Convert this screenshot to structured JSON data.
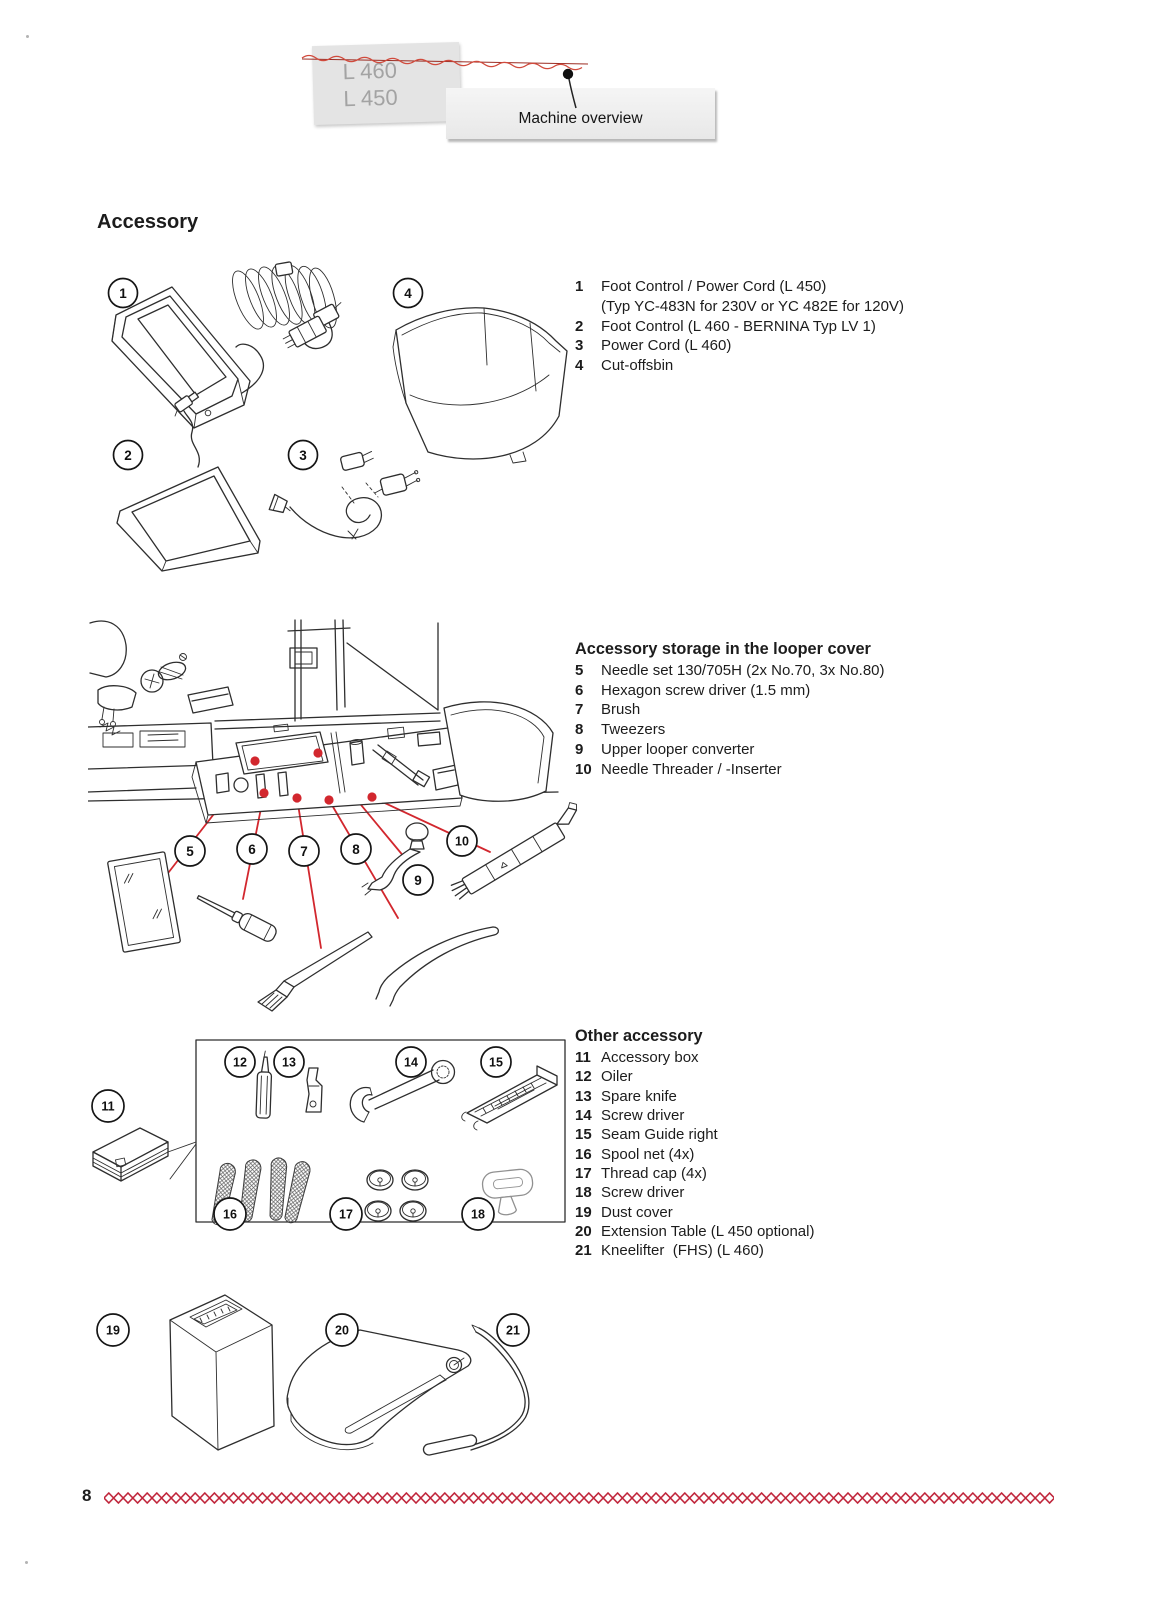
{
  "header": {
    "model_line1": "L 460",
    "model_line2": "L 450",
    "tab_label": "Machine overview"
  },
  "page_title": "Accessory",
  "sections": {
    "accessory": {
      "items": [
        {
          "num": "1",
          "label": "Foot Control / Power Cord (L 450)"
        },
        {
          "num": "",
          "label": "(Typ YC-483N for 230V or YC 482E for 120V)"
        },
        {
          "num": "2",
          "label": "Foot Control (L 460 - BERNINA Typ LV 1)"
        },
        {
          "num": "3",
          "label": "Power Cord (L 460)"
        },
        {
          "num": "4",
          "label": "Cut-offsbin"
        }
      ]
    },
    "looper_storage": {
      "title": "Accessory storage in the looper cover",
      "items": [
        {
          "num": "5",
          "label": "Needle set 130/705H (2x No.70, 3x No.80)"
        },
        {
          "num": "6",
          "label": "Hexagon screw driver (1.5 mm)"
        },
        {
          "num": "7",
          "label": "Brush"
        },
        {
          "num": "8",
          "label": "Tweezers"
        },
        {
          "num": "9",
          "label": "Upper looper converter"
        },
        {
          "num": "10",
          "label": "Needle Threader / -Inserter"
        }
      ]
    },
    "other": {
      "title": "Other accessory",
      "items": [
        {
          "num": "11",
          "label": "Accessory box"
        },
        {
          "num": "12",
          "label": "Oiler"
        },
        {
          "num": "13",
          "label": "Spare knife"
        },
        {
          "num": "14",
          "label": "Screw driver"
        },
        {
          "num": "15",
          "label": "Seam Guide right"
        },
        {
          "num": "16",
          "label": "Spool net (4x)"
        },
        {
          "num": "17",
          "label": "Thread cap (4x)"
        },
        {
          "num": "18",
          "label": "Screw driver"
        },
        {
          "num": "19",
          "label": "Dust cover"
        },
        {
          "num": "20",
          "label": "Extension Table (L 450 optional)"
        },
        {
          "num": "21",
          "label": "Kneelifter  (FHS) (L 460)"
        }
      ]
    }
  },
  "callouts": [
    "1",
    "2",
    "3",
    "4",
    "5",
    "6",
    "7",
    "8",
    "9",
    "10",
    "11",
    "12",
    "13",
    "14",
    "15",
    "16",
    "17",
    "18",
    "19",
    "20",
    "21"
  ],
  "footer": {
    "page_number": "8"
  },
  "colors": {
    "accent_red": "#d2272e",
    "stitch_border_red": "#bf2238",
    "card_grey": "#e4e4e4"
  }
}
